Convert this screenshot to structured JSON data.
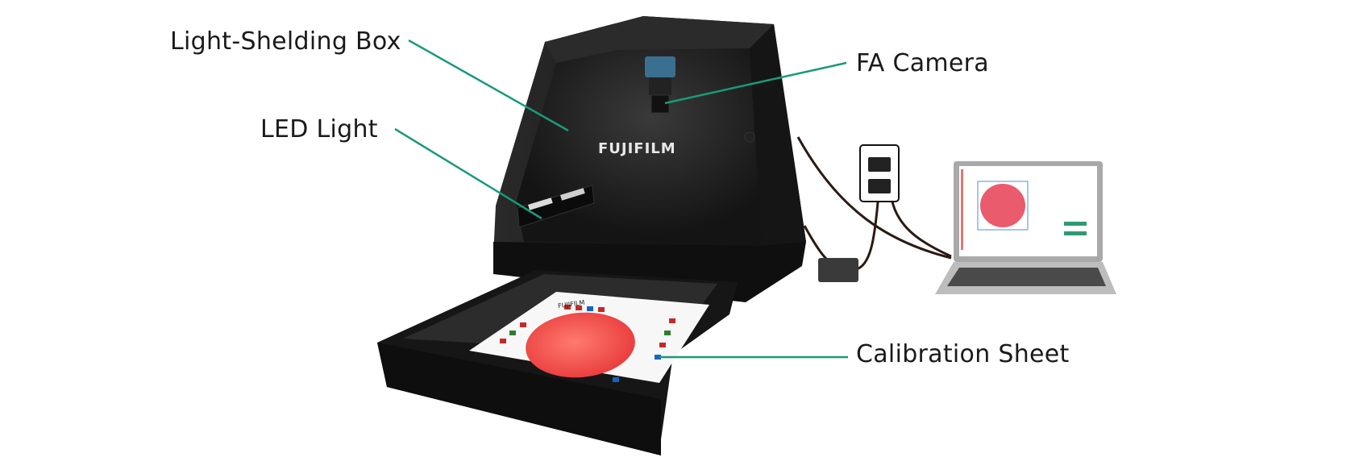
{
  "labels": {
    "light_shielding_box": "Light-Shelding Box",
    "led_light": "LED Light",
    "fa_camera": "FA Camera",
    "calibration_sheet": "Calibration Sheet"
  },
  "brand": "FUJIFILM",
  "colors": {
    "leader_line": "#1a9a7b",
    "box_body": "#1b1b1b",
    "sample": "#f04e4e",
    "laptop": "#a9a9a9"
  }
}
